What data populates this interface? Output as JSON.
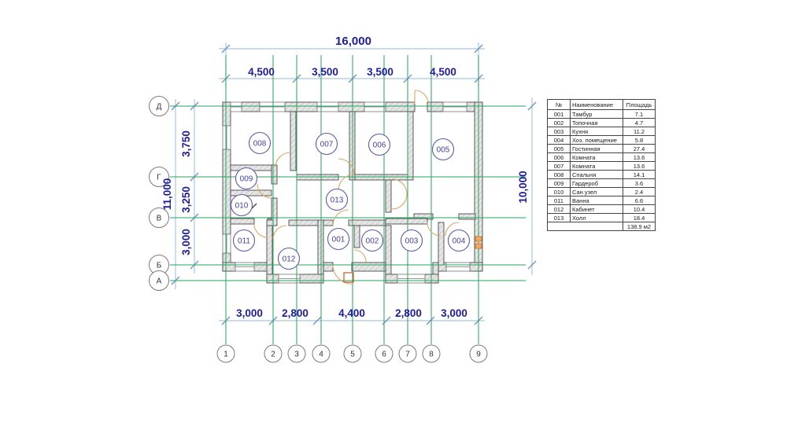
{
  "drawing": {
    "dims": {
      "top_total": "16,000",
      "top_segments": [
        "4,500",
        "3,500",
        "3,500",
        "4,500"
      ],
      "bottom_segments": [
        "3,000",
        "2,800",
        "4,400",
        "2,800",
        "3,000"
      ],
      "left_total": "11,000",
      "left_segments": [
        "3,750",
        "3,250",
        "3,000"
      ],
      "right_total": "10,000"
    },
    "axes": {
      "columns": [
        "1",
        "2",
        "3",
        "4",
        "5",
        "6",
        "7",
        "8",
        "9"
      ],
      "rows": [
        "Д",
        "Г",
        "В",
        "Б",
        "А"
      ]
    },
    "rooms": [
      {
        "label": "001"
      },
      {
        "label": "002"
      },
      {
        "label": "003"
      },
      {
        "label": "004"
      },
      {
        "label": "005"
      },
      {
        "label": "006"
      },
      {
        "label": "007"
      },
      {
        "label": "008"
      },
      {
        "label": "009"
      },
      {
        "label": "010"
      },
      {
        "label": "011"
      },
      {
        "label": "012"
      },
      {
        "label": "013"
      }
    ]
  },
  "table": {
    "headers": [
      "№",
      "Наименование",
      "Площадь"
    ],
    "rows": [
      [
        "001",
        "Тамбур",
        "7.1"
      ],
      [
        "002",
        "Топочная",
        "4.7"
      ],
      [
        "003",
        "Кухня",
        "11.2"
      ],
      [
        "004",
        "Хоз. помещение",
        "5.8"
      ],
      [
        "005",
        "Гостинная",
        "27.4"
      ],
      [
        "006",
        "Комната",
        "13.6"
      ],
      [
        "007",
        "Комната",
        "13.6"
      ],
      [
        "008",
        "Спальня",
        "14.1"
      ],
      [
        "009",
        "Гардероб",
        "3.6"
      ],
      [
        "010",
        "Сан.узел",
        "2.4"
      ],
      [
        "011",
        "Ванна",
        "6.6"
      ],
      [
        "012",
        "Кабинет",
        "10.4"
      ],
      [
        "013",
        "Холл",
        "18.4"
      ]
    ],
    "total_area": "138.9 м2"
  },
  "colors": {
    "grid_line": "#27a35d",
    "dimension_line": "#a9c6e0",
    "dimension_tick": "#6f96c2",
    "dimension_text": "#1c1c9e",
    "wall_stroke": "#4a4a4a",
    "wall_hatch": "#bcbcbc",
    "door_swing": "#d9a566",
    "room_bubble": "#5b5bad",
    "axis_circle": "#7a7a7a"
  }
}
